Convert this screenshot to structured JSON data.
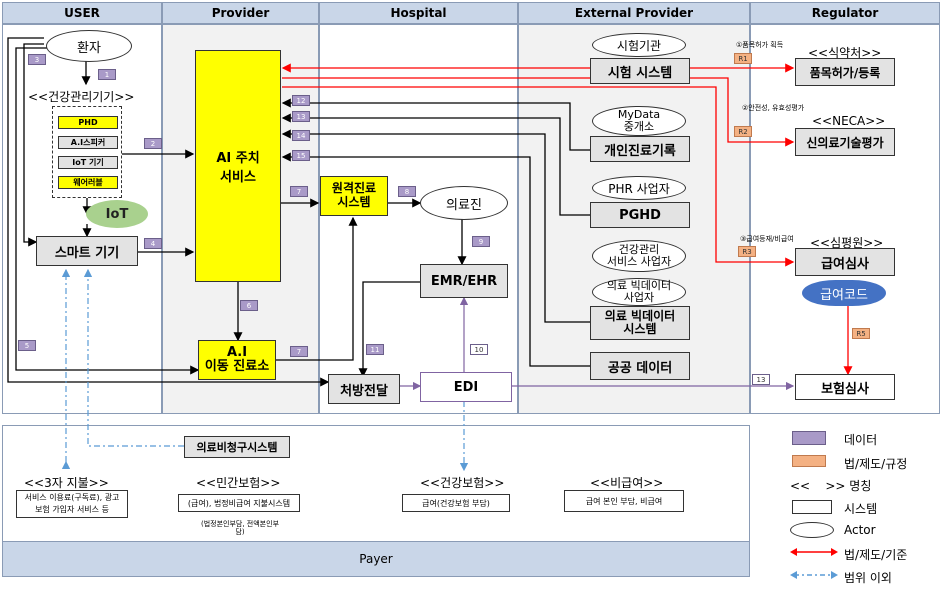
{
  "lanes": [
    "USER",
    "Provider",
    "Hospital",
    "External  Provider",
    "Regulator"
  ],
  "user": {
    "actor": "환자",
    "device_group_label": "<<건강관리기기>>",
    "devices": [
      "PHD",
      "A.I스피커",
      "IoT 기기",
      "웨어러블"
    ],
    "iot_cloud": "IoT",
    "smart_device": "스마트 기기"
  },
  "provider": {
    "ai_main": "AI 주치\n서비스",
    "ai_mobile": "A.I\n이동 진료소"
  },
  "hospital": {
    "telemed": "원격진료\n시스템",
    "doctor": "의료진",
    "emr": "EMR/EHR",
    "rx": "처방전달",
    "edi": "EDI"
  },
  "external": {
    "test_org": "시험기관",
    "test_sys": "시험 시스템",
    "mydata_org": "MyData\n중개소",
    "personal_record": "개인진료기록",
    "phr_org": "PHR 사업자",
    "pghd": "PGHD",
    "health_mgmt_org": "건강관리\n서비스 사업자",
    "bigdata_org": "의료 빅데이터\n사업자",
    "bigdata_sys": "의료 빅데이터\n시스템",
    "public_data": "공공 데이터"
  },
  "regulator": {
    "mfds": "<<식약처>>",
    "approval": "품목허가/등록",
    "neca": "<<NECA>>",
    "new_tech": "신의료기술평가",
    "hira": "<<심평원>>",
    "benefit_review": "급여심사",
    "benefit_code": "급여코드",
    "insurance_review": "보험심사"
  },
  "annotations": {
    "a1": "①품목허가 획득",
    "a2": "②안전성, 유효성평가",
    "a3": "③급여등재/비급여"
  },
  "tags": [
    "1",
    "2",
    "3",
    "4",
    "5",
    "6",
    "7",
    "7",
    "8",
    "9",
    "10",
    "11",
    "12",
    "13",
    "14",
    "15",
    "13"
  ],
  "rtags": [
    "R1",
    "R2",
    "R3",
    "R5"
  ],
  "payer": {
    "label": "Payer",
    "claim_system": "의료비청구시스템",
    "third_party": "<<3자 지불>>",
    "third_party_desc": "서비스 이용료(구독료), 광고\n보험 가입자 서비스 등",
    "private_ins": "<<민간보험>>",
    "private_ins_desc": "(급여), 법정비급여 지불시스템",
    "private_ins_note": "(법정본인부담, 전액본인부\n담)",
    "national_ins": "<<건강보험>>",
    "national_ins_desc": "급여(건강보험 부담)",
    "non_benefit": "<<비급여>>",
    "non_benefit_desc": "급여 본인 부담, 비급여"
  },
  "legend": {
    "data": "데이터",
    "law": "법/제도/규정",
    "stereotype": "<<    >> 명칭",
    "system": "시스템",
    "actor": "Actor",
    "law_arrow": "법/제도/기준",
    "out_scope": "범위 이외"
  },
  "colors": {
    "lane_header": "#c9d6e8",
    "ai_yellow": "#ffff00",
    "data_tag": "#a99ac8",
    "law_tag": "#f4b183",
    "law_arrow": "#ff0000",
    "scope_arrow": "#5b9bd5",
    "edi_arrow": "#8064a2",
    "cloud": "#a9d18e",
    "benefit_code": "#4472c4"
  }
}
